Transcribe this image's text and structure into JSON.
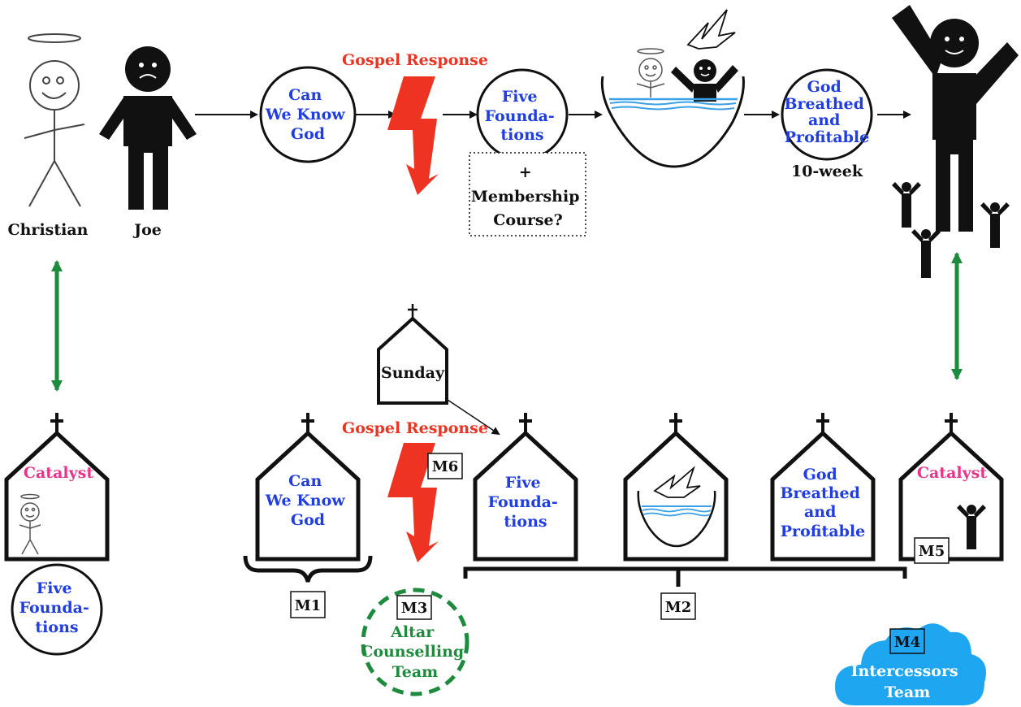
{
  "colors": {
    "blue_text": "#1f3de0",
    "red": "#ee3322",
    "green": "#1e8a3e",
    "pink": "#e8358a",
    "cloud": "#1ea6f0",
    "water": "#3aa0e8"
  },
  "icons": [
    "halo-stick-figure-icon",
    "joe-figure-icon",
    "lightning-bolt-icon",
    "baptism-basin-icon",
    "dove-icon",
    "church-icon",
    "cloud-icon"
  ],
  "top": {
    "christian_label": "Christian",
    "joe_label": "Joe",
    "can_we_know_god": [
      "Can",
      "We Know",
      "God"
    ],
    "gospel_response": "Gospel Response",
    "five_foundations": [
      "Five",
      "Founda-",
      "tions"
    ],
    "membership_box": [
      "+",
      "Membership",
      "Course?"
    ],
    "god_breathed": [
      "God",
      "Breathed",
      "and",
      "Profitable"
    ],
    "ten_week": "10-week"
  },
  "bottom": {
    "sunday": "Sunday",
    "catalyst_left": "Catalyst",
    "five_foundations_left": [
      "Five",
      "Founda-",
      "tions"
    ],
    "can_we_know_god": [
      "Can",
      "We Know",
      "God"
    ],
    "gospel_response": "Gospel Response",
    "m6": "M6",
    "m1": "M1",
    "m3": "M3",
    "altar_team": [
      "Altar",
      "Counselling",
      "Team"
    ],
    "five_foundations": [
      "Five",
      "Founda-",
      "tions"
    ],
    "god_breathed": [
      "God",
      "Breathed",
      "and",
      "Profitable"
    ],
    "catalyst_right": "Catalyst",
    "m5": "M5",
    "m2": "M2",
    "m4": "M4",
    "intercessors": [
      "Intercessors",
      "Team"
    ]
  }
}
